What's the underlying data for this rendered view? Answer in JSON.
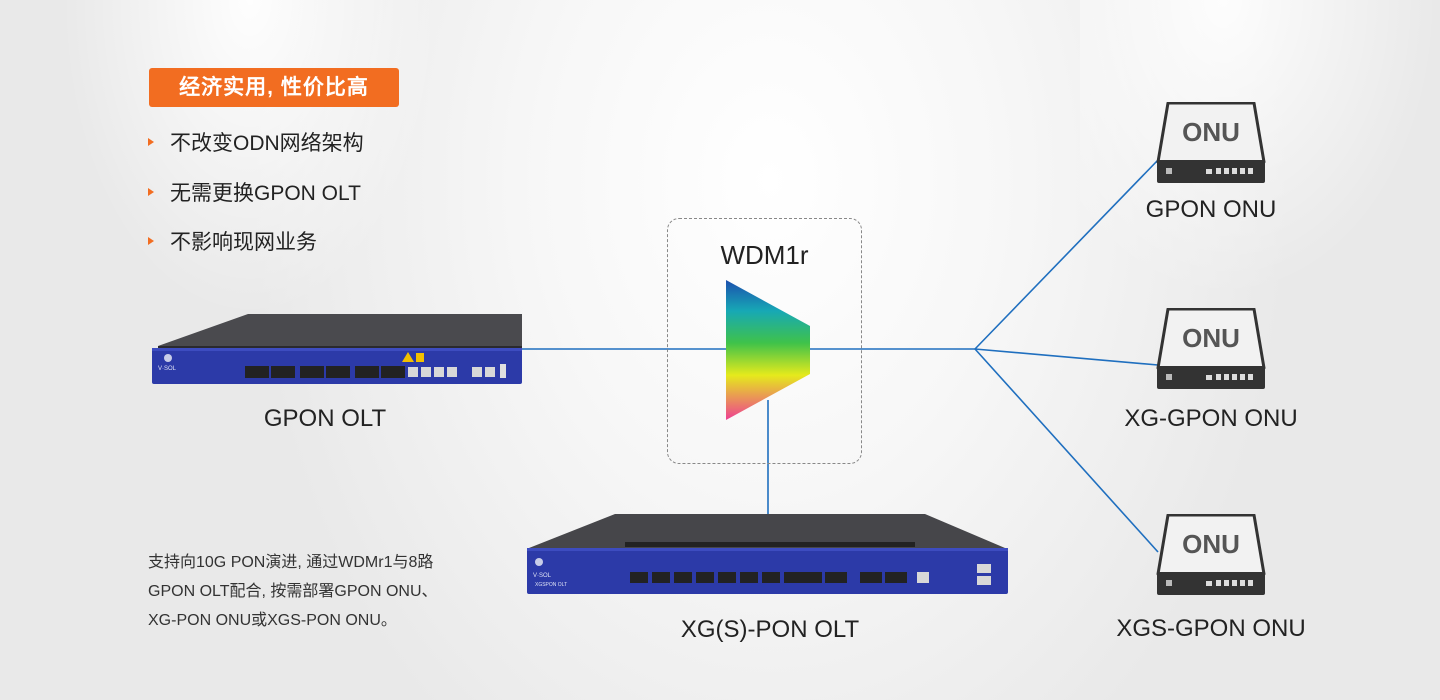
{
  "badge": "经济实用, 性价比高",
  "features": [
    "不改变ODN网络架构",
    "无需更换GPON OLT",
    "不影响现网业务"
  ],
  "devices": {
    "gpon_olt": "GPON OLT",
    "xgs_olt": "XG(S)-PON OLT",
    "wdm": "WDM1r"
  },
  "onus": [
    {
      "icon_text": "ONU",
      "label": "GPON ONU"
    },
    {
      "icon_text": "ONU",
      "label": "XG-GPON ONU"
    },
    {
      "icon_text": "ONU",
      "label": "XGS-GPON ONU"
    }
  ],
  "description": [
    "支持向10G PON演进, 通过WDMr1与8路",
    "GPON OLT配合, 按需部署GPON ONU、",
    "XG-PON ONU或XGS-PON ONU。"
  ],
  "colors": {
    "accent": "#f26d21",
    "link": "#1f6fbf",
    "olt_face": "#2c3aa8"
  },
  "icons": {
    "olt": "rack-olt-icon",
    "onu": "onu-router-icon",
    "wdm": "wdm-prism-icon"
  }
}
